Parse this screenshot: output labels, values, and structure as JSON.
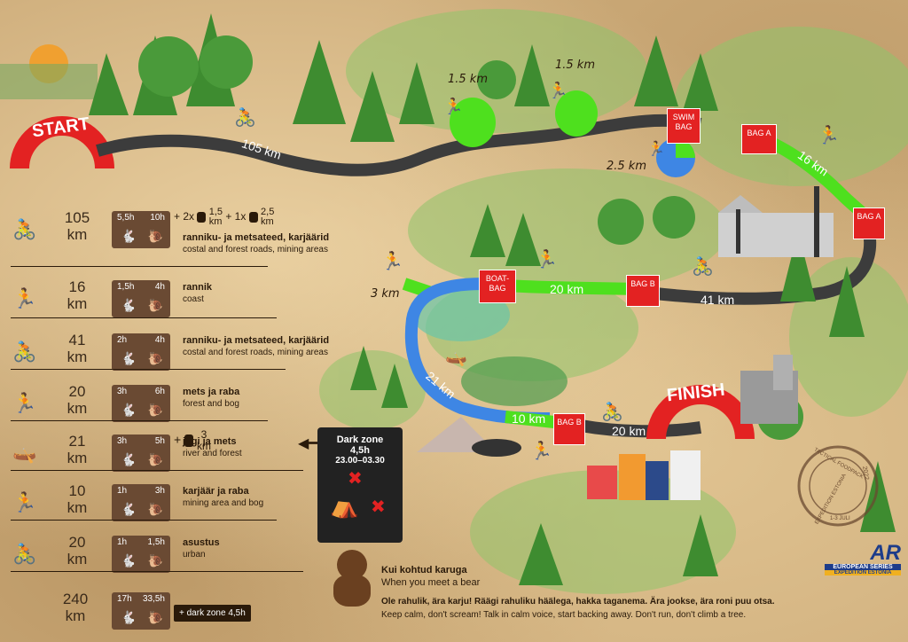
{
  "labels": {
    "start": "START",
    "finish": "FINISH",
    "dist_105": "105 km",
    "dist_1_5a": "1.5 km",
    "dist_1_5b": "1.5 km",
    "dist_2_5": "2.5 km",
    "dist_16": "16 km",
    "dist_41": "41 km",
    "dist_20a": "20 km",
    "dist_3": "3 km",
    "dist_21": "21 km",
    "dist_10": "10 km",
    "dist_20b": "20 km"
  },
  "bags": {
    "swim": "SWIM BAG",
    "a1": "BAG A",
    "a2": "BAG A",
    "boat": "BOAT-BAG",
    "b1": "BAG B",
    "b2": "BAG B"
  },
  "legend": [
    {
      "dist": "105",
      "unit": "km",
      "t1": "5,5h",
      "t2": "10h",
      "et": "ranniku- ja metsateed, karjäärid",
      "en": "costal and forest roads, mining areas",
      "icon": "bike-icon"
    },
    {
      "dist": "16",
      "unit": "km",
      "t1": "1,5h",
      "t2": "4h",
      "et": "rannik",
      "en": "coast",
      "icon": "run-icon"
    },
    {
      "dist": "41",
      "unit": "km",
      "t1": "2h",
      "t2": "4h",
      "et": "ranniku- ja metsateed, karjäärid",
      "en": "costal and forest roads, mining areas",
      "icon": "bike-icon"
    },
    {
      "dist": "20",
      "unit": "km",
      "t1": "3h",
      "t2": "6h",
      "et": "mets ja raba",
      "en": "forest and bog",
      "icon": "run-icon"
    },
    {
      "dist": "21",
      "unit": "km",
      "t1": "3h",
      "t2": "5h",
      "et": "jõgi ja mets",
      "en": "river and forest",
      "icon": "kayak-icon"
    },
    {
      "dist": "10",
      "unit": "km",
      "t1": "1h",
      "t2": "3h",
      "et": "karjäär ja raba",
      "en": "mining area and bog",
      "icon": "run-icon"
    },
    {
      "dist": "20",
      "unit": "km",
      "t1": "1h",
      "t2": "1,5h",
      "et": "asustus",
      "en": "urban",
      "icon": "bike-icon"
    }
  ],
  "legend_extra": {
    "row1": "+ 2x",
    "row1_d1": "1,5",
    "row1_u1": "km",
    "row1_mid": "+ 1x",
    "row1_d2": "2,5",
    "row1_u2": "km",
    "row5_plus": "+",
    "row5_d": "3",
    "row5_u": "km"
  },
  "total": {
    "dist": "240",
    "unit": "km",
    "t1": "17h",
    "t2": "33,5h",
    "extra": "+ dark zone 4,5h"
  },
  "dark_zone": {
    "title": "Dark zone",
    "duration": "4,5h",
    "time": "23.00–03.30"
  },
  "bear": {
    "title_et": "Kui kohtud karuga",
    "title_en": "When you meet a bear",
    "text_et": "Ole rahulik, ära karju! Räägi rahuliku häälega, hakka taganema. Ära jookse, ära roni puu otsa.",
    "text_en": "Keep calm, don't scream! Talk in calm voice, start backing away. Don't run, don't climb a tree."
  },
  "stamp": {
    "text1": "TACTICAL FOODPACK",
    "text2": "EXPEDITION ESTONIA",
    "year": "2022",
    "dates": "1-3 JULI"
  },
  "logo": {
    "main": "AR",
    "sub1": "EUROPEAN SERIES",
    "sub2": "EXPEDITION ESTONIA"
  },
  "colors": {
    "road": "#3c3c3c",
    "run": "#4ee01e",
    "water": "#3e86e4",
    "bag": "#e32222"
  }
}
